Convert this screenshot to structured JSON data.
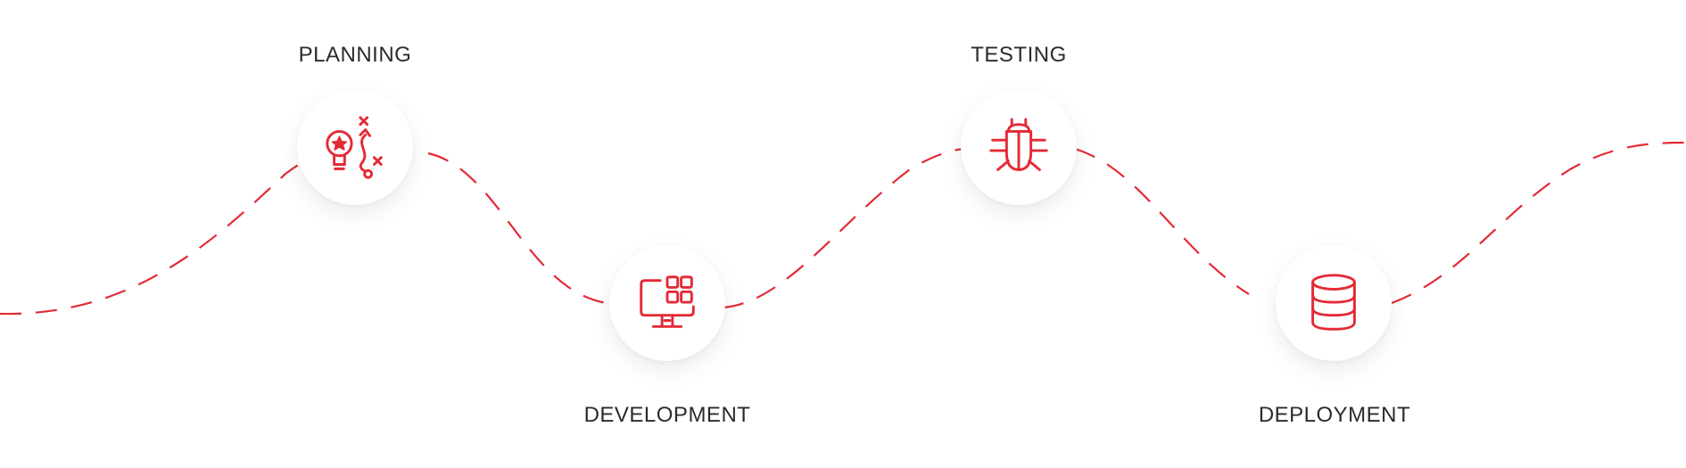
{
  "accent_color": "#e42a36",
  "steps": [
    {
      "label": "PLANNING",
      "icon": "lightbulb-strategy-icon"
    },
    {
      "label": "DEVELOPMENT",
      "icon": "monitor-apps-icon"
    },
    {
      "label": "TESTING",
      "icon": "bug-icon"
    },
    {
      "label": "DEPLOYMENT",
      "icon": "database-icon"
    }
  ]
}
